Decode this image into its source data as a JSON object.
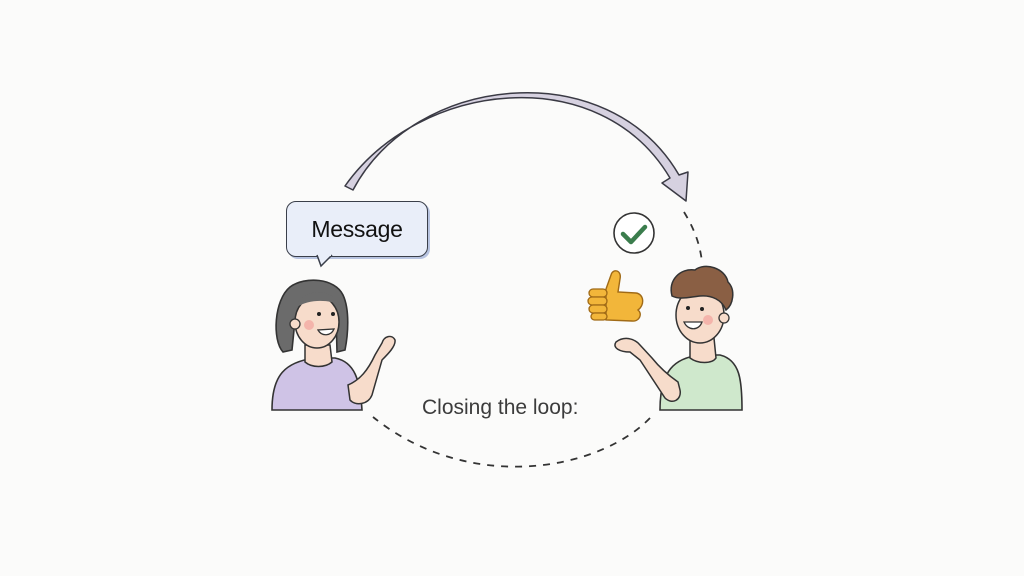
{
  "diagram": {
    "message_bubble": {
      "text": "Message"
    },
    "caption": {
      "text": "Closing the loop:"
    },
    "sender": {
      "description": "woman with grey bob haircut, purple shirt, waving hand",
      "shirt_color": "#cfc3e6"
    },
    "receiver": {
      "description": "man with curly brown hair, green shirt, open palm",
      "shirt_color": "#cfe8cc"
    },
    "arrow": {
      "direction": "sender-to-receiver",
      "fill": "#d6d1e0"
    },
    "return_path": {
      "style": "dashed",
      "direction": "receiver-to-sender"
    },
    "icons": [
      "check-circle-icon",
      "thumbs-up-icon"
    ],
    "colors": {
      "check": "#3b7d4d",
      "thumb": "#f2b63a",
      "skin": "#f7dccb",
      "blush": "#f3aaa3"
    }
  }
}
